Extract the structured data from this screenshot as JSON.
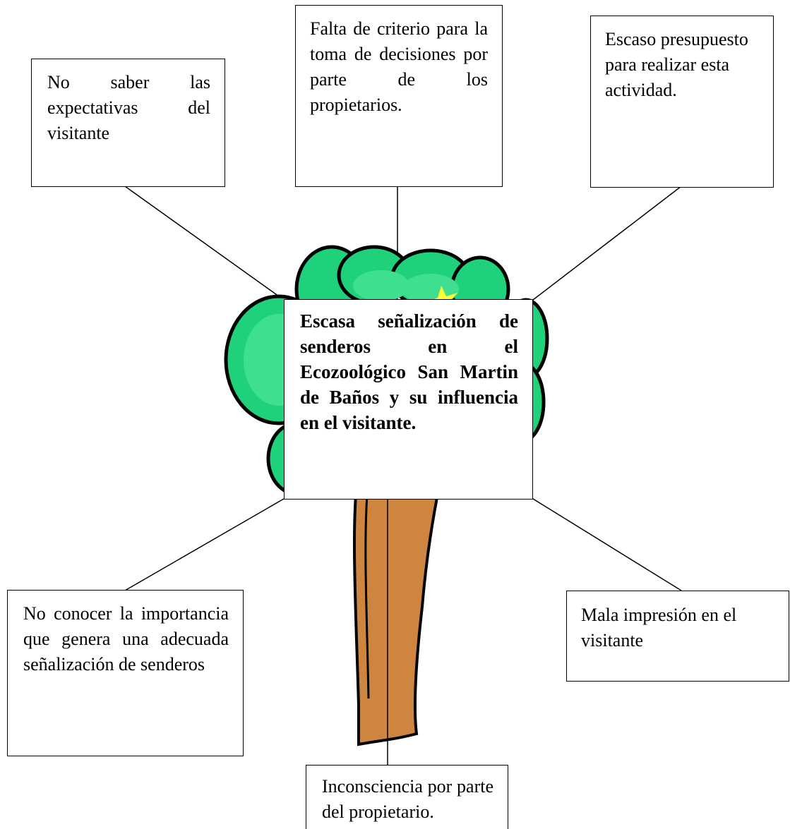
{
  "causes": {
    "top_left": "No saber las expectativas del visitante",
    "top_center": "Falta de criterio para la toma de decisiones por parte de los propietarios.",
    "top_right": "Escaso presupuesto para realizar esta actividad."
  },
  "problem": "Escasa señalización de senderos en el Ecozoológico San Martin de Baños y su influencia en el visitante.",
  "effects": {
    "bottom_left": "No conocer la importancia que genera una adecuada señalización de senderos",
    "bottom_center": "Inconsciencia por parte del propietario.",
    "bottom_right": "Mala impresión en el visitante"
  },
  "colors": {
    "foliage": "#1fd17a",
    "foliage_light": "#3ee08f",
    "trunk": "#cd853f",
    "outline": "#000000",
    "star": "#ffff33"
  }
}
